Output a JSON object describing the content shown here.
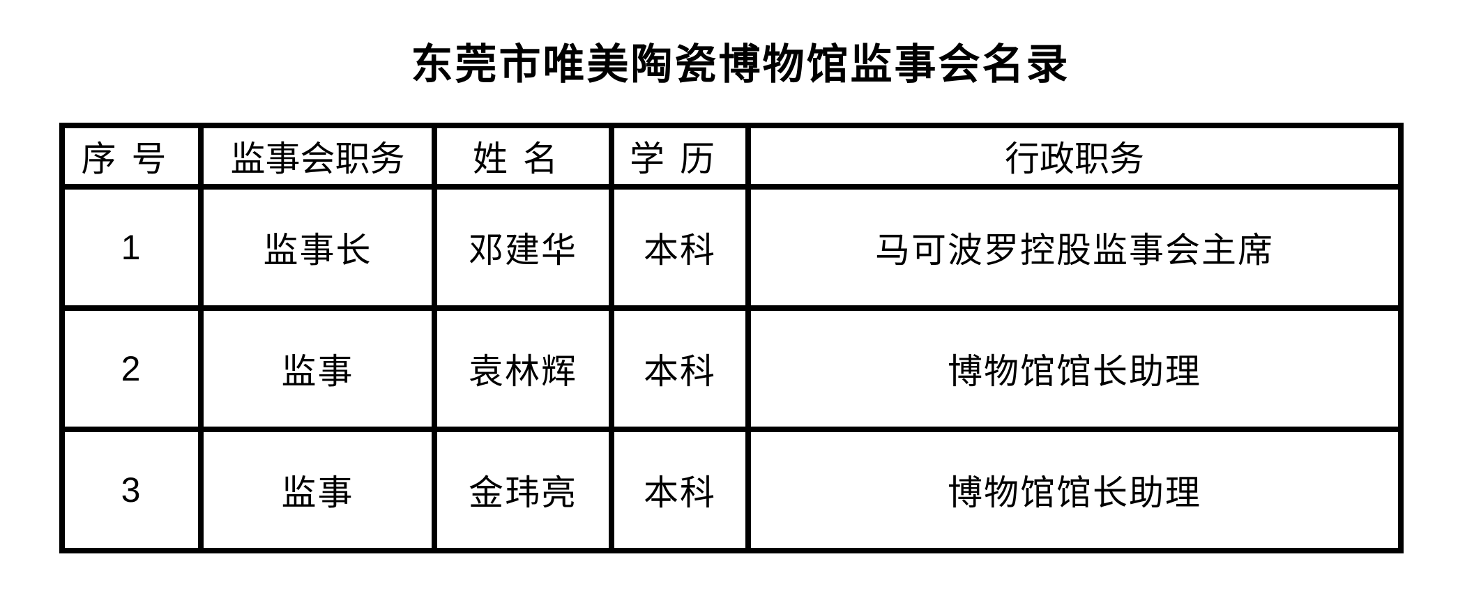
{
  "page": {
    "title": "东莞市唯美陶瓷博物馆监事会名录"
  },
  "table": {
    "headers": {
      "serial": "序号",
      "board_position": "监事会职务",
      "name": "姓名",
      "education": "学历",
      "admin_position": "行政职务"
    },
    "rows": [
      {
        "serial": "1",
        "board_position": "监事长",
        "name": "邓建华",
        "education": "本科",
        "admin_position": "马可波罗控股监事会主席"
      },
      {
        "serial": "2",
        "board_position": "监事",
        "name": "袁林辉",
        "education": "本科",
        "admin_position": "博物馆馆长助理"
      },
      {
        "serial": "3",
        "board_position": "监事",
        "name": "金玮亮",
        "education": "本科",
        "admin_position": "博物馆馆长助理"
      }
    ]
  },
  "colors": {
    "background": "#ffffff",
    "text": "#000000",
    "table_border": "#000000"
  }
}
